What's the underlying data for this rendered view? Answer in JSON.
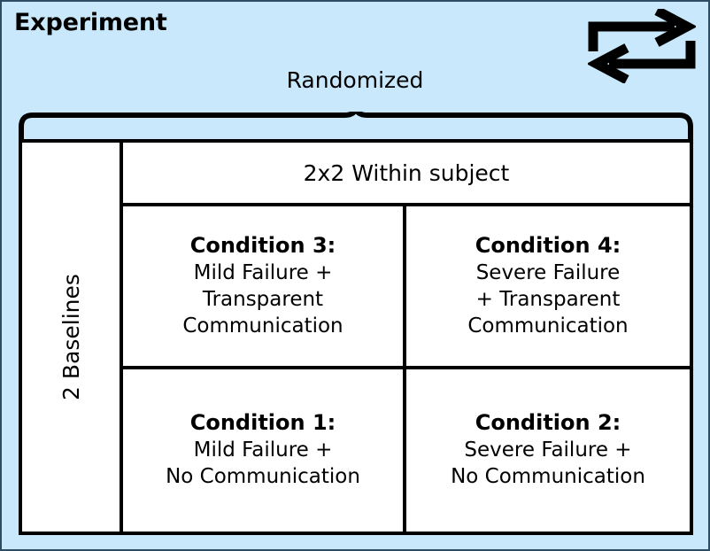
{
  "diagram": {
    "title": "Experiment",
    "randomized_label": "Randomized",
    "baseline_label": "2 Baselines",
    "within_subject_header": "2x2 Within subject",
    "icon": {
      "name": "randomize-swap-arrows-icon",
      "color": "#000000"
    },
    "colors": {
      "background": "#c9e8fb",
      "border": "#2c4d63",
      "line": "#000000",
      "cell_background": "#ffffff"
    },
    "cells": [
      {
        "position": "top-left",
        "title": "Condition 3:",
        "lines": [
          "Mild Failure +",
          "Transparent",
          "Communication"
        ]
      },
      {
        "position": "top-right",
        "title": "Condition 4:",
        "lines": [
          "Severe Failure",
          "+ Transparent",
          "Communication"
        ]
      },
      {
        "position": "bottom-left",
        "title": "Condition 1:",
        "lines": [
          "Mild Failure +",
          "No Communication"
        ]
      },
      {
        "position": "bottom-right",
        "title": "Condition 2:",
        "lines": [
          "Severe Failure +",
          "No Communication"
        ]
      }
    ]
  }
}
